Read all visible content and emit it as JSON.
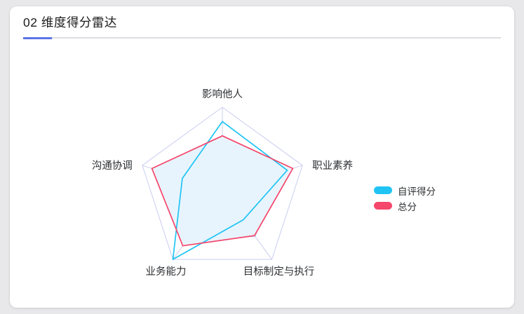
{
  "card": {
    "title": "02 维度得分雷达",
    "accent_color": "#5a74e8",
    "rule_color": "#dcdde0",
    "background": "#ffffff"
  },
  "page": {
    "background": "#e8e8ea"
  },
  "legend": {
    "position": "bottom-right",
    "items": [
      {
        "label": "自评得分",
        "color": "#1fc4f4"
      },
      {
        "label": "总分",
        "color": "#f5466b"
      }
    ]
  },
  "chart_data": {
    "type": "radar",
    "title": "02 维度得分雷达",
    "categories": [
      "影响他人",
      "职业素养",
      "目标制定与执行",
      "业务能力",
      "沟通协调"
    ],
    "rings": 3,
    "rmax": 1.0,
    "grid": true,
    "grid_color": "#c9cdf0",
    "inner_ring_color": "#8f9fe0",
    "series": [
      {
        "name": "自评得分",
        "color": "#1fc4f4",
        "fill": "none",
        "values": [
          0.83,
          0.81,
          0.42,
          1.0,
          0.5
        ]
      },
      {
        "name": "总分",
        "color": "#f5466b",
        "fill": "#e8f4fd",
        "values": [
          0.66,
          0.88,
          0.65,
          0.8,
          0.88
        ]
      }
    ],
    "xlabel": "",
    "ylabel": ""
  }
}
